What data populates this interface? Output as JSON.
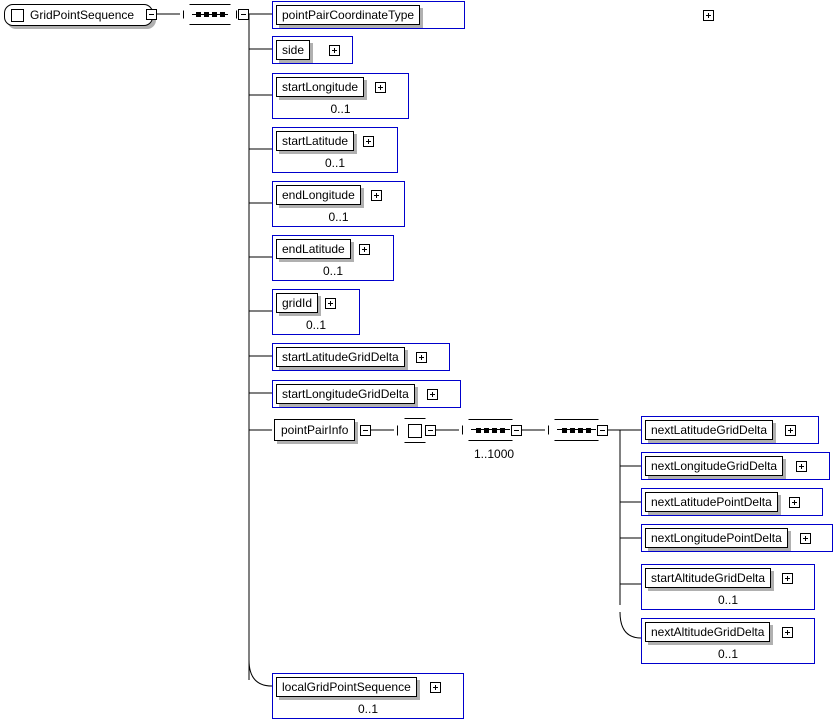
{
  "diagram": {
    "kind": "xml-schema-tree",
    "root": {
      "name": "GridPointSequence",
      "icon": "element-square-icon",
      "toggle": "minus"
    },
    "root_sequence": {
      "icon": "sequence-compositor-icon",
      "toggle": "minus"
    },
    "children": [
      {
        "label": "pointPairCoordinateType",
        "occurs": "",
        "toggle": "plus"
      },
      {
        "label": "side",
        "occurs": "",
        "toggle": "plus"
      },
      {
        "label": "startLongitude",
        "occurs": "0..1",
        "toggle": "plus"
      },
      {
        "label": "startLatitude",
        "occurs": "0..1",
        "toggle": "plus"
      },
      {
        "label": "endLongitude",
        "occurs": "0..1",
        "toggle": "plus"
      },
      {
        "label": "endLatitude",
        "occurs": "0..1",
        "toggle": "plus"
      },
      {
        "label": "gridId",
        "occurs": "0..1",
        "toggle": "plus"
      },
      {
        "label": "startLatitudeGridDelta",
        "occurs": "",
        "toggle": "plus"
      },
      {
        "label": "startLongitudeGridDelta",
        "occurs": "",
        "toggle": "plus"
      },
      {
        "label": "pointPairInfo",
        "occurs": "",
        "toggle": "minus"
      },
      {
        "label": "localGridPointSequence",
        "occurs": "0..1",
        "toggle": "plus"
      }
    ],
    "point_pair_info_chain": {
      "type_node": {
        "icon": "complex-type-icon",
        "toggle": "minus"
      },
      "sequence_1": {
        "icon": "sequence-compositor-icon",
        "toggle": "minus",
        "cardinality": "1..1000"
      },
      "sequence_2": {
        "icon": "sequence-compositor-icon",
        "toggle": "minus"
      }
    },
    "point_pair_children": [
      {
        "label": "nextLatitudeGridDelta",
        "occurs": "",
        "toggle": "plus"
      },
      {
        "label": "nextLongitudeGridDelta",
        "occurs": "",
        "toggle": "plus"
      },
      {
        "label": "nextLatitudePointDelta",
        "occurs": "",
        "toggle": "plus"
      },
      {
        "label": "nextLongitudePointDelta",
        "occurs": "",
        "toggle": "plus"
      },
      {
        "label": "startAltitudeGridDelta",
        "occurs": "0..1",
        "toggle": "plus"
      },
      {
        "label": "nextAltitudeGridDelta",
        "occurs": "0..1",
        "toggle": "plus"
      }
    ],
    "colors": {
      "element_border": "#0000cc",
      "label_border": "#000000",
      "shadow": "#b0b0b0",
      "connector": "#000000",
      "background": "#ffffff"
    }
  }
}
